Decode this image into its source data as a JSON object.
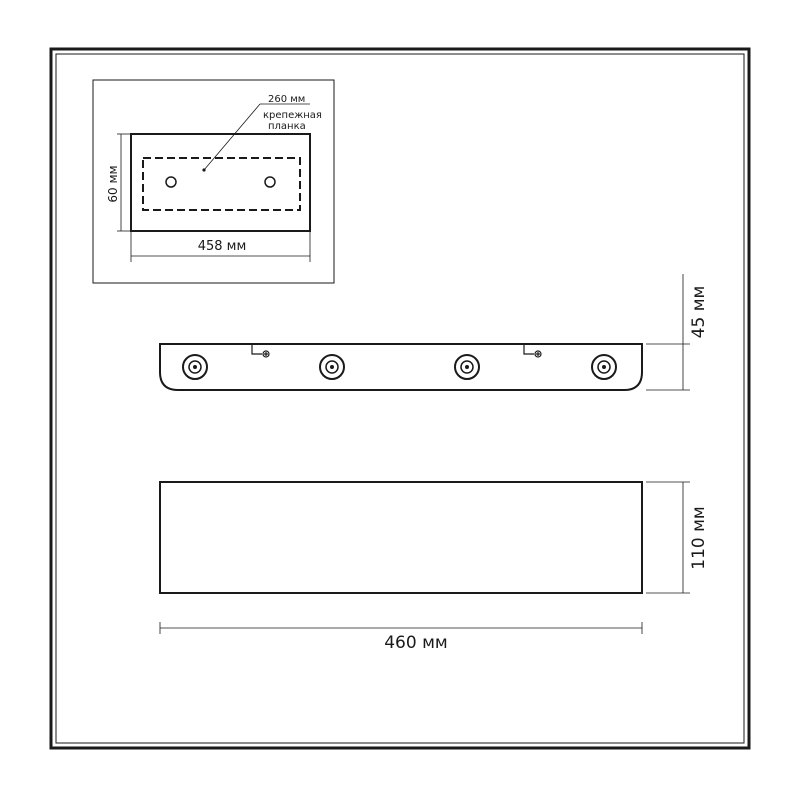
{
  "inset": {
    "mounting_width_label": "260 мм",
    "mounting_plate_line1": "крепежная",
    "mounting_plate_line2": "планка",
    "height_label": "60 мм",
    "width_label": "458 мм"
  },
  "side_view": {
    "height_label": "45 мм"
  },
  "front_view": {
    "height_label": "110 мм",
    "width_label": "460 мм"
  },
  "colors": {
    "line": "#1a1a1a",
    "background": "#ffffff"
  }
}
